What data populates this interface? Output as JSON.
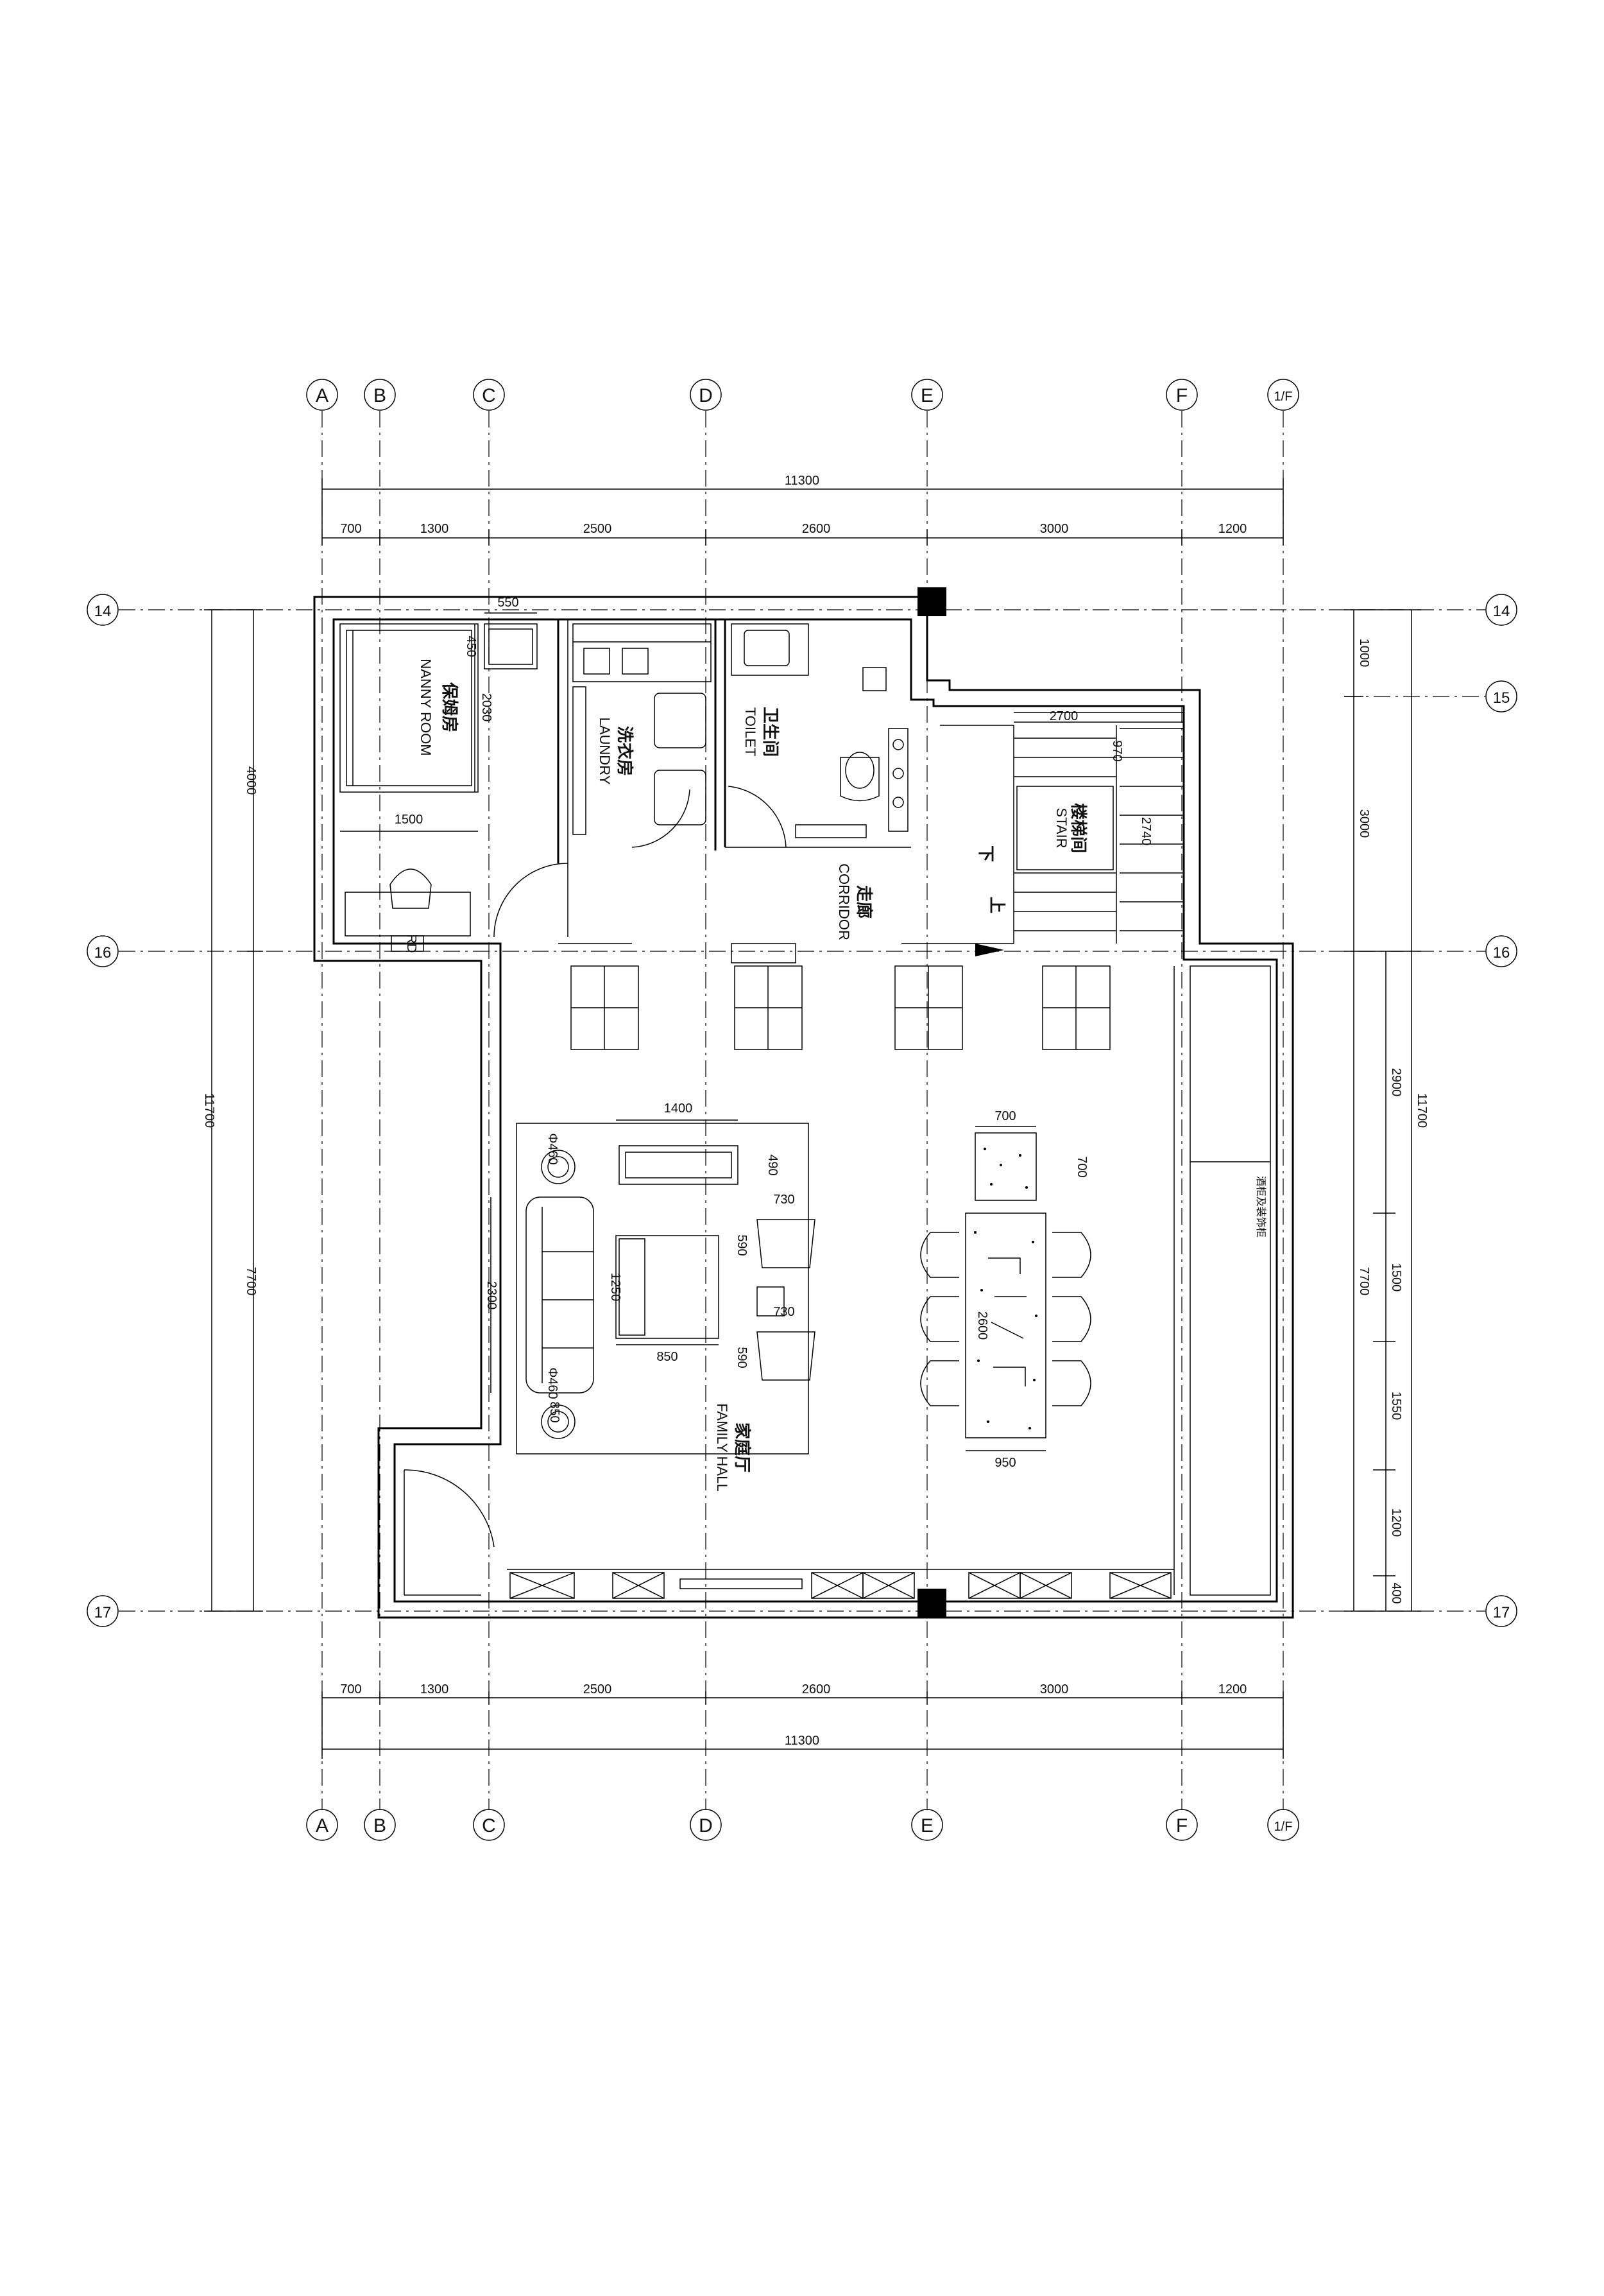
{
  "grid_letters": [
    "A",
    "B",
    "C",
    "D",
    "E",
    "F",
    "1/F"
  ],
  "grid_numbers": [
    "14",
    "15",
    "16",
    "17"
  ],
  "dims": {
    "total_h": "11300",
    "top_row": [
      "700",
      "1300",
      "2500",
      "2600",
      "3000",
      "1200"
    ],
    "bottom_row": [
      "700",
      "1300",
      "2500",
      "2600",
      "3000",
      "1200"
    ],
    "left_total": "11700",
    "left_seg": [
      "4000",
      "7700"
    ],
    "right_total": "11700",
    "right_seg_upper": [
      "1000",
      "3000"
    ],
    "right_seg_lower": [
      "2900",
      "1500",
      "1550",
      "1200",
      "400"
    ],
    "right_inner": "7700",
    "inner": {
      "d550": "550",
      "d450": "450",
      "d2030": "2030",
      "d1500": "1500",
      "d2700": "2700",
      "d970": "970",
      "d2740": "2740",
      "d1400": "1400",
      "d490": "490",
      "d730a": "730",
      "d590a": "590",
      "d1250": "1250",
      "d850": "850",
      "d730b": "730",
      "d590b": "590",
      "d2300": "2300",
      "d460a": "Φ460",
      "d460b": "Φ460",
      "d850b": "850",
      "d700a": "700",
      "d700b": "700",
      "d2600": "2600",
      "d950": "950"
    }
  },
  "rooms": {
    "nanny_cn": "保姆房",
    "nanny_en": "NANNY ROOM",
    "laundry_cn": "洗衣房",
    "laundry_en": "LAUNDRY",
    "toilet_cn": "卫生间",
    "toilet_en": "TOILET",
    "stair_cn": "楼梯间",
    "stair_en": "STAIR",
    "corridor_cn": "走廊",
    "corridor_en": "CORRIDOR",
    "family_cn": "家庭厅",
    "family_en": "FAMILY HALL",
    "stair_down": "下",
    "stair_up": "上",
    "rd": "RD",
    "cabinet_note": "酒柜及装饰柜"
  }
}
